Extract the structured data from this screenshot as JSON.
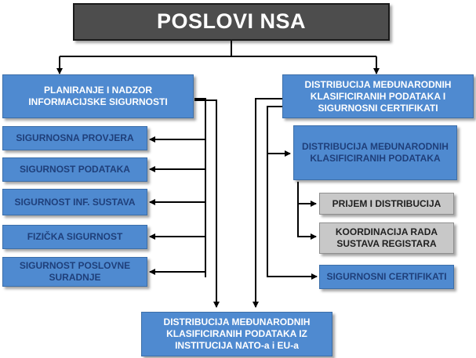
{
  "colors": {
    "title_fill": "#4d4d4d",
    "blue_fill": "#4f8ad0",
    "gray_fill": "#c8c8c8",
    "text_dark_blue": "#1f3f7a",
    "connector": "#000000"
  },
  "diagram": {
    "title": "POSLOVI NSA",
    "left_branch": {
      "title": "PLANIRANJE I NADZOR INFORMACIJSKE SIGURNOSTI",
      "children": [
        "SIGURNOSNA PROVJERA",
        "SIGURNOST PODATAKA",
        "SIGURNOST INF. SUSTAVA",
        "FIZIČKA SIGURNOST",
        "SIGURNOST POSLOVNE SURADNJE"
      ]
    },
    "right_branch": {
      "title": "DISTRIBUCIJA MEĐUNARODNIH KLASIFICIRANIH PODATAKA I SIGURNOSNI CERTIFIKATI",
      "sub": {
        "title": "DISTRIBUCIJA MEĐUNARODNIH KLASIFICIRANIH PODATAKA",
        "children": [
          "PRIJEM I DISTRIBUCIJA",
          "KOORDINACIJA RADA SUSTAVA REGISTARA"
        ]
      },
      "certificates": "SIGURNOSNI CERTIFIKATI"
    },
    "bottom": "DISTRIBUCIJA MEĐUNARODNIH KLASIFICIRANIH PODATAKA IZ INSTITUCIJA NATO-a i EU-a"
  }
}
